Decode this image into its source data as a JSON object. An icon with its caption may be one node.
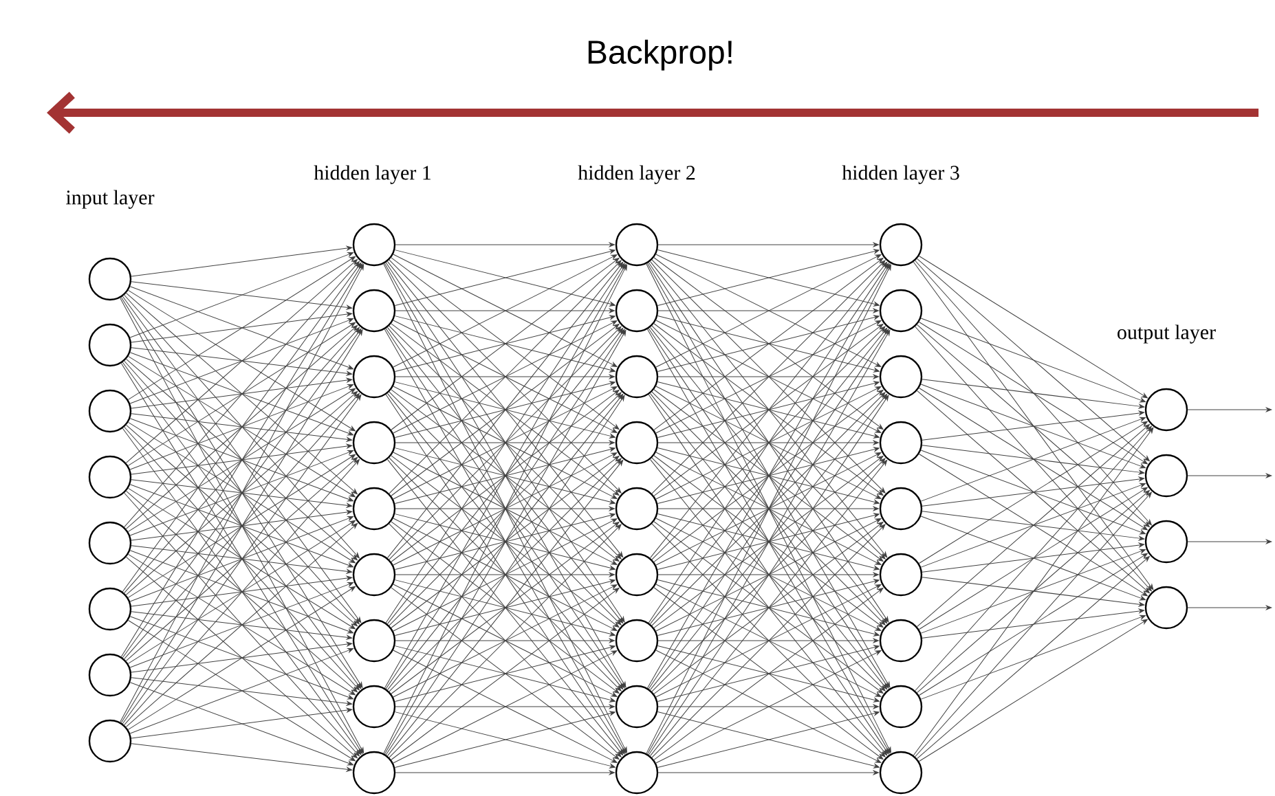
{
  "diagram": {
    "nodes": [
      {
        "text": [],
        "shape": "circle"
      },
      {
        "text": [],
        "shape": "circle"
      },
      {
        "text": [],
        "shape": "circle"
      },
      {
        "text": [],
        "shape": "circle"
      },
      {
        "text": [],
        "shape": "circle"
      },
      {
        "text": [],
        "shape": "circle"
      },
      {
        "text": [],
        "shape": "circle"
      },
      {
        "text": [],
        "shape": "circle"
      },
      {
        "text": [],
        "shape": "circle"
      },
      {
        "text": [],
        "shape": "circle"
      },
      {
        "text": [],
        "shape": "circle"
      },
      {
        "text": [],
        "shape": "circle"
      },
      {
        "text": [],
        "shape": "circle"
      },
      {
        "text": [],
        "shape": "circle"
      },
      {
        "text": [],
        "shape": "circle"
      },
      {
        "text": [],
        "shape": "circle"
      },
      {
        "text": [],
        "shape": "circle"
      },
      {
        "text": [],
        "shape": "circle"
      },
      {
        "text": [],
        "shape": "circle"
      },
      {
        "text": [],
        "shape": "circle"
      },
      {
        "text": [],
        "shape": "circle"
      },
      {
        "text": [],
        "shape": "circle"
      },
      {
        "text": [],
        "shape": "circle"
      },
      {
        "text": [],
        "shape": "circle"
      },
      {
        "text": [],
        "shape": "circle"
      },
      {
        "text": [],
        "shape": "circle"
      },
      {
        "text": [],
        "shape": "circle"
      },
      {
        "text": [],
        "shape": "circle"
      },
      {
        "text": [],
        "shape": "circle"
      },
      {
        "text": [],
        "shape": "circle"
      },
      {
        "text": [],
        "shape": "circle"
      },
      {
        "text": [],
        "shape": "circle"
      },
      {
        "text": [],
        "shape": "circle"
      },
      {
        "text": [],
        "shape": "circle"
      },
      {
        "text": [],
        "shape": "circle"
      },
      {
        "text": [],
        "shape": "circle"
      },
      {
        "text": [],
        "shape": "circle"
      },
      {
        "text": [],
        "shape": "circle"
      },
      {
        "text": [],
        "shape": "circle"
      }
    ],
    "edges": [
      {
        "from": 0,
        "to": 8,
        "arrow": "to"
      },
      {
        "from": 0,
        "to": 9,
        "arrow": "to"
      },
      {
        "from": 0,
        "to": 10,
        "arrow": "to"
      },
      {
        "from": 0,
        "to": 11,
        "arrow": "to"
      },
      {
        "from": 0,
        "to": 12,
        "arrow": "to"
      },
      {
        "from": 0,
        "to": 13,
        "arrow": "to"
      },
      {
        "from": 0,
        "to": 14,
        "arrow": "to"
      },
      {
        "from": 0,
        "to": 15,
        "arrow": "to"
      },
      {
        "from": 0,
        "to": 16,
        "arrow": "to"
      },
      {
        "from": 1,
        "to": 8,
        "arrow": "to"
      },
      {
        "from": 1,
        "to": 9,
        "arrow": "to"
      },
      {
        "from": 1,
        "to": 10,
        "arrow": "to"
      },
      {
        "from": 1,
        "to": 11,
        "arrow": "to"
      },
      {
        "from": 1,
        "to": 12,
        "arrow": "to"
      },
      {
        "from": 1,
        "to": 13,
        "arrow": "to"
      },
      {
        "from": 1,
        "to": 14,
        "arrow": "to"
      },
      {
        "from": 1,
        "to": 15,
        "arrow": "to"
      },
      {
        "from": 1,
        "to": 16,
        "arrow": "to"
      },
      {
        "from": 2,
        "to": 8,
        "arrow": "to"
      },
      {
        "from": 2,
        "to": 9,
        "arrow": "to"
      },
      {
        "from": 2,
        "to": 10,
        "arrow": "to"
      },
      {
        "from": 2,
        "to": 11,
        "arrow": "to"
      },
      {
        "from": 2,
        "to": 12,
        "arrow": "to"
      },
      {
        "from": 2,
        "to": 13,
        "arrow": "to"
      },
      {
        "from": 2,
        "to": 14,
        "arrow": "to"
      },
      {
        "from": 2,
        "to": 15,
        "arrow": "to"
      },
      {
        "from": 2,
        "to": 16,
        "arrow": "to"
      },
      {
        "from": 3,
        "to": 8,
        "arrow": "to"
      },
      {
        "from": 3,
        "to": 9,
        "arrow": "to"
      },
      {
        "from": 3,
        "to": 10,
        "arrow": "to"
      },
      {
        "from": 3,
        "to": 11,
        "arrow": "to"
      },
      {
        "from": 3,
        "to": 12,
        "arrow": "to"
      },
      {
        "from": 3,
        "to": 13,
        "arrow": "to"
      },
      {
        "from": 3,
        "to": 14,
        "arrow": "to"
      },
      {
        "from": 3,
        "to": 15,
        "arrow": "to"
      },
      {
        "from": 3,
        "to": 16,
        "arrow": "to"
      },
      {
        "from": 4,
        "to": 8,
        "arrow": "to"
      },
      {
        "from": 4,
        "to": 9,
        "arrow": "to"
      },
      {
        "from": 4,
        "to": 10,
        "arrow": "to"
      },
      {
        "from": 4,
        "to": 11,
        "arrow": "to"
      },
      {
        "from": 4,
        "to": 12,
        "arrow": "to"
      },
      {
        "from": 4,
        "to": 13,
        "arrow": "to"
      },
      {
        "from": 4,
        "to": 14,
        "arrow": "to"
      },
      {
        "from": 4,
        "to": 15,
        "arrow": "to"
      },
      {
        "from": 4,
        "to": 16,
        "arrow": "to"
      },
      {
        "from": 5,
        "to": 8,
        "arrow": "to"
      },
      {
        "from": 5,
        "to": 9,
        "arrow": "to"
      },
      {
        "from": 5,
        "to": 10,
        "arrow": "to"
      },
      {
        "from": 5,
        "to": 11,
        "arrow": "to"
      },
      {
        "from": 5,
        "to": 12,
        "arrow": "to"
      },
      {
        "from": 5,
        "to": 13,
        "arrow": "to"
      },
      {
        "from": 5,
        "to": 14,
        "arrow": "to"
      },
      {
        "from": 5,
        "to": 15,
        "arrow": "to"
      },
      {
        "from": 5,
        "to": 16,
        "arrow": "to"
      },
      {
        "from": 6,
        "to": 8,
        "arrow": "to"
      },
      {
        "from": 6,
        "to": 9,
        "arrow": "to"
      },
      {
        "from": 6,
        "to": 10,
        "arrow": "to"
      },
      {
        "from": 6,
        "to": 11,
        "arrow": "to"
      },
      {
        "from": 6,
        "to": 12,
        "arrow": "to"
      },
      {
        "from": 6,
        "to": 13,
        "arrow": "to"
      },
      {
        "from": 6,
        "to": 14,
        "arrow": "to"
      },
      {
        "from": 6,
        "to": 15,
        "arrow": "to"
      },
      {
        "from": 6,
        "to": 16,
        "arrow": "to"
      },
      {
        "from": 7,
        "to": 8,
        "arrow": "to"
      },
      {
        "from": 7,
        "to": 9,
        "arrow": "to"
      },
      {
        "from": 7,
        "to": 10,
        "arrow": "to"
      },
      {
        "from": 7,
        "to": 11,
        "arrow": "to"
      },
      {
        "from": 7,
        "to": 12,
        "arrow": "to"
      },
      {
        "from": 7,
        "to": 13,
        "arrow": "to"
      },
      {
        "from": 7,
        "to": 14,
        "arrow": "to"
      },
      {
        "from": 7,
        "to": 15,
        "arrow": "to"
      },
      {
        "from": 7,
        "to": 16,
        "arrow": "to"
      },
      {
        "from": 8,
        "to": 17,
        "arrow": "to"
      },
      {
        "from": 8,
        "to": 18,
        "arrow": "to"
      },
      {
        "from": 8,
        "to": 19,
        "arrow": "to"
      },
      {
        "from": 8,
        "to": 20,
        "arrow": "to"
      },
      {
        "from": 8,
        "to": 21,
        "arrow": "to"
      },
      {
        "from": 8,
        "to": 22,
        "arrow": "to"
      },
      {
        "from": 8,
        "to": 23,
        "arrow": "to"
      },
      {
        "from": 8,
        "to": 24,
        "arrow": "to"
      },
      {
        "from": 8,
        "to": 25,
        "arrow": "to"
      },
      {
        "from": 9,
        "to": 17,
        "arrow": "to"
      },
      {
        "from": 9,
        "to": 18,
        "arrow": "to"
      },
      {
        "from": 9,
        "to": 19,
        "arrow": "to"
      },
      {
        "from": 9,
        "to": 20,
        "arrow": "to"
      },
      {
        "from": 9,
        "to": 21,
        "arrow": "to"
      },
      {
        "from": 9,
        "to": 22,
        "arrow": "to"
      },
      {
        "from": 9,
        "to": 23,
        "arrow": "to"
      },
      {
        "from": 9,
        "to": 24,
        "arrow": "to"
      },
      {
        "from": 9,
        "to": 25,
        "arrow": "to"
      },
      {
        "from": 10,
        "to": 17,
        "arrow": "to"
      },
      {
        "from": 10,
        "to": 18,
        "arrow": "to"
      },
      {
        "from": 10,
        "to": 19,
        "arrow": "to"
      },
      {
        "from": 10,
        "to": 20,
        "arrow": "to"
      },
      {
        "from": 10,
        "to": 21,
        "arrow": "to"
      },
      {
        "from": 10,
        "to": 22,
        "arrow": "to"
      },
      {
        "from": 10,
        "to": 23,
        "arrow": "to"
      },
      {
        "from": 10,
        "to": 24,
        "arrow": "to"
      },
      {
        "from": 10,
        "to": 25,
        "arrow": "to"
      },
      {
        "from": 11,
        "to": 17,
        "arrow": "to"
      },
      {
        "from": 11,
        "to": 18,
        "arrow": "to"
      },
      {
        "from": 11,
        "to": 19,
        "arrow": "to"
      },
      {
        "from": 11,
        "to": 20,
        "arrow": "to"
      },
      {
        "from": 11,
        "to": 21,
        "arrow": "to"
      },
      {
        "from": 11,
        "to": 22,
        "arrow": "to"
      },
      {
        "from": 11,
        "to": 23,
        "arrow": "to"
      },
      {
        "from": 11,
        "to": 24,
        "arrow": "to"
      },
      {
        "from": 11,
        "to": 25,
        "arrow": "to"
      },
      {
        "from": 12,
        "to": 17,
        "arrow": "to"
      },
      {
        "from": 12,
        "to": 18,
        "arrow": "to"
      },
      {
        "from": 12,
        "to": 19,
        "arrow": "to"
      },
      {
        "from": 12,
        "to": 20,
        "arrow": "to"
      },
      {
        "from": 12,
        "to": 21,
        "arrow": "to"
      },
      {
        "from": 12,
        "to": 22,
        "arrow": "to"
      },
      {
        "from": 12,
        "to": 23,
        "arrow": "to"
      },
      {
        "from": 12,
        "to": 24,
        "arrow": "to"
      },
      {
        "from": 12,
        "to": 25,
        "arrow": "to"
      },
      {
        "from": 13,
        "to": 17,
        "arrow": "to"
      },
      {
        "from": 13,
        "to": 18,
        "arrow": "to"
      },
      {
        "from": 13,
        "to": 19,
        "arrow": "to"
      },
      {
        "from": 13,
        "to": 20,
        "arrow": "to"
      },
      {
        "from": 13,
        "to": 21,
        "arrow": "to"
      },
      {
        "from": 13,
        "to": 22,
        "arrow": "to"
      },
      {
        "from": 13,
        "to": 23,
        "arrow": "to"
      },
      {
        "from": 13,
        "to": 24,
        "arrow": "to"
      },
      {
        "from": 13,
        "to": 25,
        "arrow": "to"
      },
      {
        "from": 14,
        "to": 17,
        "arrow": "to"
      },
      {
        "from": 14,
        "to": 18,
        "arrow": "to"
      },
      {
        "from": 14,
        "to": 19,
        "arrow": "to"
      },
      {
        "from": 14,
        "to": 20,
        "arrow": "to"
      },
      {
        "from": 14,
        "to": 21,
        "arrow": "to"
      },
      {
        "from": 14,
        "to": 22,
        "arrow": "to"
      },
      {
        "from": 14,
        "to": 23,
        "arrow": "to"
      },
      {
        "from": 14,
        "to": 24,
        "arrow": "to"
      },
      {
        "from": 14,
        "to": 25,
        "arrow": "to"
      },
      {
        "from": 15,
        "to": 17,
        "arrow": "to"
      },
      {
        "from": 15,
        "to": 18,
        "arrow": "to"
      },
      {
        "from": 15,
        "to": 19,
        "arrow": "to"
      },
      {
        "from": 15,
        "to": 20,
        "arrow": "to"
      },
      {
        "from": 15,
        "to": 21,
        "arrow": "to"
      },
      {
        "from": 15,
        "to": 22,
        "arrow": "to"
      },
      {
        "from": 15,
        "to": 23,
        "arrow": "to"
      },
      {
        "from": 15,
        "to": 24,
        "arrow": "to"
      },
      {
        "from": 15,
        "to": 25,
        "arrow": "to"
      },
      {
        "from": 16,
        "to": 17,
        "arrow": "to"
      },
      {
        "from": 16,
        "to": 18,
        "arrow": "to"
      },
      {
        "from": 16,
        "to": 19,
        "arrow": "to"
      },
      {
        "from": 16,
        "to": 20,
        "arrow": "to"
      },
      {
        "from": 16,
        "to": 21,
        "arrow": "to"
      },
      {
        "from": 16,
        "to": 22,
        "arrow": "to"
      },
      {
        "from": 16,
        "to": 23,
        "arrow": "to"
      },
      {
        "from": 16,
        "to": 24,
        "arrow": "to"
      },
      {
        "from": 16,
        "to": 25,
        "arrow": "to"
      },
      {
        "from": 17,
        "to": 26,
        "arrow": "to"
      },
      {
        "from": 17,
        "to": 27,
        "arrow": "to"
      },
      {
        "from": 17,
        "to": 28,
        "arrow": "to"
      },
      {
        "from": 17,
        "to": 29,
        "arrow": "to"
      },
      {
        "from": 17,
        "to": 30,
        "arrow": "to"
      },
      {
        "from": 17,
        "to": 31,
        "arrow": "to"
      },
      {
        "from": 17,
        "to": 32,
        "arrow": "to"
      },
      {
        "from": 17,
        "to": 33,
        "arrow": "to"
      },
      {
        "from": 17,
        "to": 34,
        "arrow": "to"
      },
      {
        "from": 18,
        "to": 26,
        "arrow": "to"
      },
      {
        "from": 18,
        "to": 27,
        "arrow": "to"
      },
      {
        "from": 18,
        "to": 28,
        "arrow": "to"
      },
      {
        "from": 18,
        "to": 29,
        "arrow": "to"
      },
      {
        "from": 18,
        "to": 30,
        "arrow": "to"
      },
      {
        "from": 18,
        "to": 31,
        "arrow": "to"
      },
      {
        "from": 18,
        "to": 32,
        "arrow": "to"
      },
      {
        "from": 18,
        "to": 33,
        "arrow": "to"
      },
      {
        "from": 18,
        "to": 34,
        "arrow": "to"
      },
      {
        "from": 19,
        "to": 26,
        "arrow": "to"
      },
      {
        "from": 19,
        "to": 27,
        "arrow": "to"
      },
      {
        "from": 19,
        "to": 28,
        "arrow": "to"
      },
      {
        "from": 19,
        "to": 29,
        "arrow": "to"
      },
      {
        "from": 19,
        "to": 30,
        "arrow": "to"
      },
      {
        "from": 19,
        "to": 31,
        "arrow": "to"
      },
      {
        "from": 19,
        "to": 32,
        "arrow": "to"
      },
      {
        "from": 19,
        "to": 33,
        "arrow": "to"
      },
      {
        "from": 19,
        "to": 34,
        "arrow": "to"
      },
      {
        "from": 20,
        "to": 26,
        "arrow": "to"
      },
      {
        "from": 20,
        "to": 27,
        "arrow": "to"
      },
      {
        "from": 20,
        "to": 28,
        "arrow": "to"
      },
      {
        "from": 20,
        "to": 29,
        "arrow": "to"
      },
      {
        "from": 20,
        "to": 30,
        "arrow": "to"
      },
      {
        "from": 20,
        "to": 31,
        "arrow": "to"
      },
      {
        "from": 20,
        "to": 32,
        "arrow": "to"
      },
      {
        "from": 20,
        "to": 33,
        "arrow": "to"
      },
      {
        "from": 20,
        "to": 34,
        "arrow": "to"
      },
      {
        "from": 21,
        "to": 26,
        "arrow": "to"
      },
      {
        "from": 21,
        "to": 27,
        "arrow": "to"
      },
      {
        "from": 21,
        "to": 28,
        "arrow": "to"
      },
      {
        "from": 21,
        "to": 29,
        "arrow": "to"
      },
      {
        "from": 21,
        "to": 30,
        "arrow": "to"
      },
      {
        "from": 21,
        "to": 31,
        "arrow": "to"
      },
      {
        "from": 21,
        "to": 32,
        "arrow": "to"
      },
      {
        "from": 21,
        "to": 33,
        "arrow": "to"
      },
      {
        "from": 21,
        "to": 34,
        "arrow": "to"
      },
      {
        "from": 22,
        "to": 26,
        "arrow": "to"
      },
      {
        "from": 22,
        "to": 27,
        "arrow": "to"
      },
      {
        "from": 22,
        "to": 28,
        "arrow": "to"
      },
      {
        "from": 22,
        "to": 29,
        "arrow": "to"
      },
      {
        "from": 22,
        "to": 30,
        "arrow": "to"
      },
      {
        "from": 22,
        "to": 31,
        "arrow": "to"
      },
      {
        "from": 22,
        "to": 32,
        "arrow": "to"
      },
      {
        "from": 22,
        "to": 33,
        "arrow": "to"
      },
      {
        "from": 22,
        "to": 34,
        "arrow": "to"
      },
      {
        "from": 23,
        "to": 26,
        "arrow": "to"
      },
      {
        "from": 23,
        "to": 27,
        "arrow": "to"
      },
      {
        "from": 23,
        "to": 28,
        "arrow": "to"
      },
      {
        "from": 23,
        "to": 29,
        "arrow": "to"
      },
      {
        "from": 23,
        "to": 30,
        "arrow": "to"
      },
      {
        "from": 23,
        "to": 31,
        "arrow": "to"
      },
      {
        "from": 23,
        "to": 32,
        "arrow": "to"
      },
      {
        "from": 23,
        "to": 33,
        "arrow": "to"
      },
      {
        "from": 23,
        "to": 34,
        "arrow": "to"
      },
      {
        "from": 24,
        "to": 26,
        "arrow": "to"
      },
      {
        "from": 24,
        "to": 27,
        "arrow": "to"
      },
      {
        "from": 24,
        "to": 28,
        "arrow": "to"
      },
      {
        "from": 24,
        "to": 29,
        "arrow": "to"
      },
      {
        "from": 24,
        "to": 30,
        "arrow": "to"
      },
      {
        "from": 24,
        "to": 31,
        "arrow": "to"
      },
      {
        "from": 24,
        "to": 32,
        "arrow": "to"
      },
      {
        "from": 24,
        "to": 33,
        "arrow": "to"
      },
      {
        "from": 24,
        "to": 34,
        "arrow": "to"
      },
      {
        "from": 25,
        "to": 26,
        "arrow": "to"
      },
      {
        "from": 25,
        "to": 27,
        "arrow": "to"
      },
      {
        "from": 25,
        "to": 28,
        "arrow": "to"
      },
      {
        "from": 25,
        "to": 29,
        "arrow": "to"
      },
      {
        "from": 25,
        "to": 30,
        "arrow": "to"
      },
      {
        "from": 25,
        "to": 31,
        "arrow": "to"
      },
      {
        "from": 25,
        "to": 32,
        "arrow": "to"
      },
      {
        "from": 25,
        "to": 33,
        "arrow": "to"
      },
      {
        "from": 25,
        "to": 34,
        "arrow": "to"
      },
      {
        "from": 26,
        "to": 35,
        "arrow": "to"
      },
      {
        "from": 26,
        "to": 36,
        "arrow": "to"
      },
      {
        "from": 26,
        "to": 37,
        "arrow": "to"
      },
      {
        "from": 26,
        "to": 38,
        "arrow": "to"
      },
      {
        "from": 27,
        "to": 35,
        "arrow": "to"
      },
      {
        "from": 27,
        "to": 36,
        "arrow": "to"
      },
      {
        "from": 27,
        "to": 37,
        "arrow": "to"
      },
      {
        "from": 27,
        "to": 38,
        "arrow": "to"
      },
      {
        "from": 28,
        "to": 35,
        "arrow": "to"
      },
      {
        "from": 28,
        "to": 36,
        "arrow": "to"
      },
      {
        "from": 28,
        "to": 37,
        "arrow": "to"
      },
      {
        "from": 28,
        "to": 38,
        "arrow": "to"
      },
      {
        "from": 29,
        "to": 35,
        "arrow": "to"
      },
      {
        "from": 29,
        "to": 36,
        "arrow": "to"
      },
      {
        "from": 29,
        "to": 37,
        "arrow": "to"
      },
      {
        "from": 29,
        "to": 38,
        "arrow": "to"
      },
      {
        "from": 30,
        "to": 35,
        "arrow": "to"
      },
      {
        "from": 30,
        "to": 36,
        "arrow": "to"
      },
      {
        "from": 30,
        "to": 37,
        "arrow": "to"
      },
      {
        "from": 30,
        "to": 38,
        "arrow": "to"
      },
      {
        "from": 31,
        "to": 35,
        "arrow": "to"
      },
      {
        "from": 31,
        "to": 36,
        "arrow": "to"
      },
      {
        "from": 31,
        "to": 37,
        "arrow": "to"
      },
      {
        "from": 31,
        "to": 38,
        "arrow": "to"
      },
      {
        "from": 32,
        "to": 35,
        "arrow": "to"
      },
      {
        "from": 32,
        "to": 36,
        "arrow": "to"
      },
      {
        "from": 32,
        "to": 37,
        "arrow": "to"
      },
      {
        "from": 32,
        "to": 38,
        "arrow": "to"
      },
      {
        "from": 33,
        "to": 35,
        "arrow": "to"
      },
      {
        "from": 33,
        "to": 36,
        "arrow": "to"
      },
      {
        "from": 33,
        "to": 37,
        "arrow": "to"
      },
      {
        "from": 33,
        "to": 38,
        "arrow": "to"
      },
      {
        "from": 34,
        "to": 35,
        "arrow": "to"
      },
      {
        "from": 34,
        "to": 36,
        "arrow": "to"
      },
      {
        "from": 34,
        "to": 37,
        "arrow": "to"
      },
      {
        "from": 34,
        "to": 38,
        "arrow": "to"
      },
      {
        "from": 35,
        "to": null,
        "arrow": "to"
      },
      {
        "from": 36,
        "to": null,
        "arrow": "to"
      },
      {
        "from": 37,
        "to": null,
        "arrow": "to"
      },
      {
        "from": 38,
        "to": null,
        "arrow": "to"
      }
    ],
    "labels": [
      "Backprop!",
      "hidden layer 1",
      "hidden layer 2",
      "hidden layer 3",
      "input layer",
      "output layer"
    ]
  }
}
